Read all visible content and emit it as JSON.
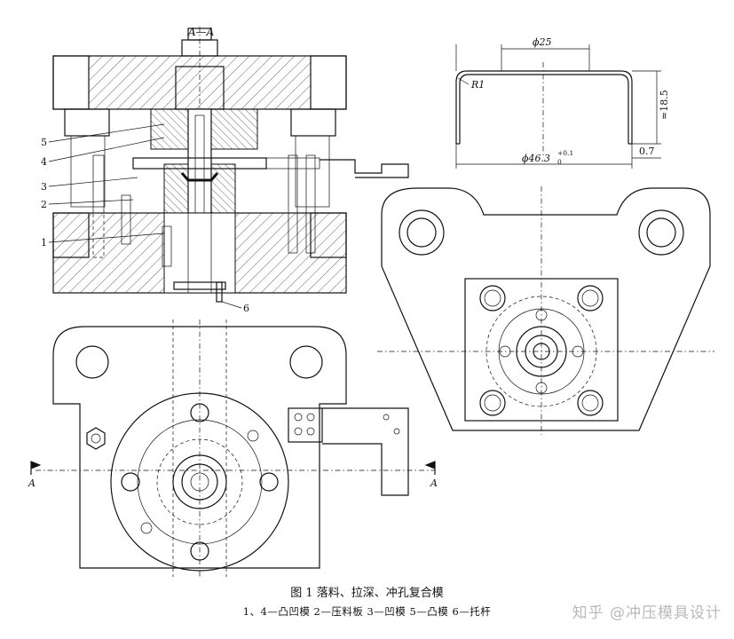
{
  "figure": {
    "section_label": "A—A",
    "cut_marker": "A",
    "callouts": [
      "5",
      "4",
      "3",
      "2",
      "1",
      "6"
    ],
    "part_dims": {
      "top_diameter": "ϕ25",
      "corner_radius": "R1",
      "height": "≈18.5",
      "base_diameter": "ϕ46.3",
      "tol_upper": "+0.1",
      "tol_lower": "0",
      "thickness": "0.7"
    },
    "caption_title": "图 1 落料、拉深、冲孔复合模",
    "caption_legend": "1、4—凸凹模 2—压料板 3—凹模 5—凸模 6—托杆"
  },
  "watermark": "知乎 @冲压模具设计"
}
